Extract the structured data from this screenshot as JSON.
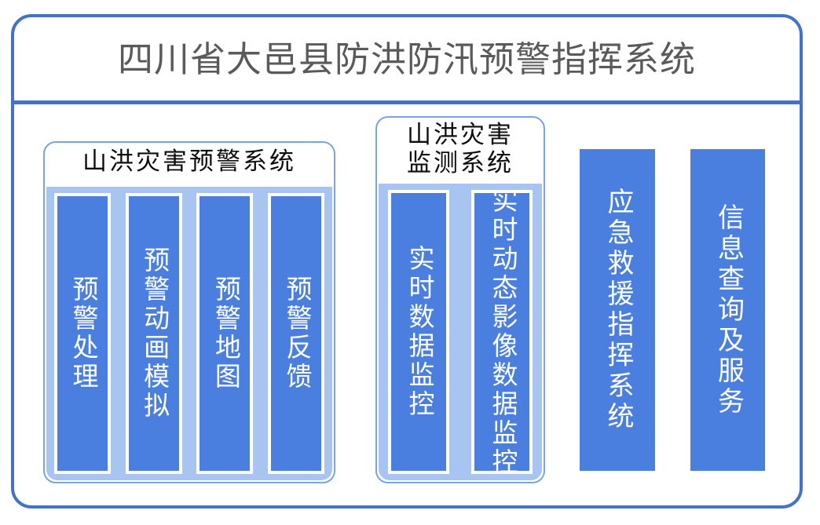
{
  "header": {
    "title": "四川省大邑县防洪防汛预警指挥系统",
    "title_color": "#5a5a5a",
    "rule_color": "#4472c4"
  },
  "theme": {
    "frame_border": "#4472c4",
    "group_border": "#7ba3e0",
    "panel_fill": "#a8c4f0",
    "bar_fill": "#4a7fe0",
    "bar_border": "#ffffff",
    "bar_text": "#ffffff",
    "group_title_text": "#0d0d0d"
  },
  "groups": [
    {
      "name": "warning-system",
      "title": "山洪灾害预警系统",
      "modules": [
        {
          "label": "预警处理"
        },
        {
          "label": "预警动画模拟"
        },
        {
          "label": "预警地图"
        },
        {
          "label": "预警反馈"
        }
      ]
    },
    {
      "name": "monitor-system",
      "title": "山洪灾害\n监测系统",
      "modules": [
        {
          "label": "实时数据监控"
        },
        {
          "label": "实时动态影像数据监控"
        }
      ]
    }
  ],
  "standalone_modules": [
    {
      "name": "emergency-rescue",
      "label": "应急救援指挥系统"
    },
    {
      "name": "info-service",
      "label": "信息查询及服务"
    }
  ]
}
